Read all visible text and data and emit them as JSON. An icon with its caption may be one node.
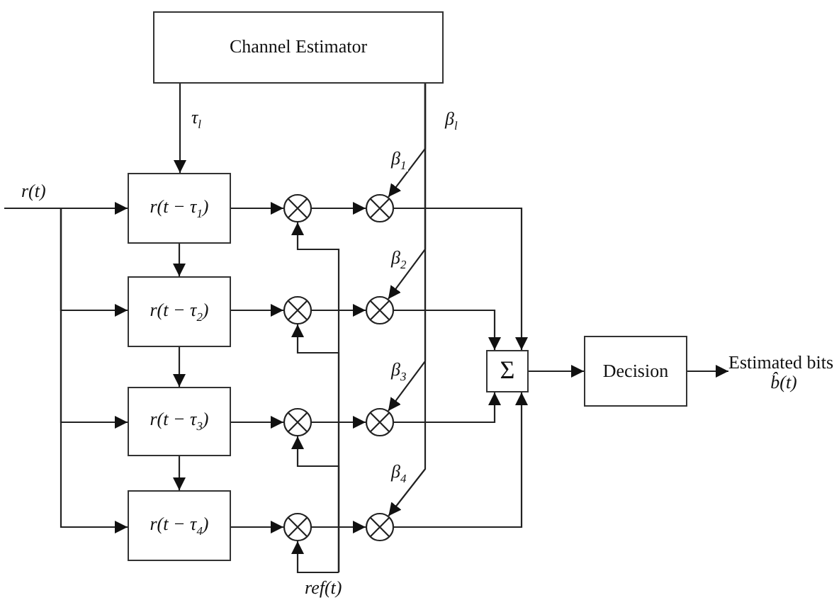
{
  "diagram": {
    "nodes": [
      {
        "text": [
          "Channel Estimator"
        ]
      },
      {
        "text": [
          "r(t − τ$_{1}$)"
        ]
      },
      {
        "text": [
          "r(t − τ$_{2}$)"
        ]
      },
      {
        "text": [
          "r(t − τ$_{3}$)"
        ]
      },
      {
        "text": [
          "r(t − τ$_{4}$)"
        ]
      },
      {
        "text": [],
        "shape": "circle"
      },
      {
        "text": [],
        "shape": "circle"
      },
      {
        "text": [],
        "shape": "circle"
      },
      {
        "text": [],
        "shape": "circle"
      },
      {
        "text": [],
        "shape": "circle"
      },
      {
        "text": [],
        "shape": "circle"
      },
      {
        "text": [],
        "shape": "circle"
      },
      {
        "text": [],
        "shape": "circle"
      },
      {
        "text": [
          "Σ"
        ]
      },
      {
        "text": [
          "Decision"
        ]
      },
      {
        "text": [
          "Estimated bits",
          "b̂(t)"
        ]
      }
    ],
    "edges": [
      {
        "from": 0,
        "to": 1,
        "arrow": "to",
        "label": "τ$_{l}$"
      },
      {
        "from": 1,
        "to": 2,
        "arrow": "to"
      },
      {
        "from": 2,
        "to": 3,
        "arrow": "to"
      },
      {
        "from": 3,
        "to": 4,
        "arrow": "to"
      },
      {
        "from": null,
        "to": 1,
        "arrow": "to",
        "label": "r(t)"
      },
      {
        "from": null,
        "to": 2,
        "arrow": "to"
      },
      {
        "from": null,
        "to": 3,
        "arrow": "to"
      },
      {
        "from": null,
        "to": 4,
        "arrow": "to"
      },
      {
        "from": 1,
        "to": 5,
        "arrow": "to"
      },
      {
        "from": 2,
        "to": 6,
        "arrow": "to"
      },
      {
        "from": 3,
        "to": 7,
        "arrow": "to"
      },
      {
        "from": 4,
        "to": 8,
        "arrow": "to"
      },
      {
        "from": null,
        "to": 5,
        "arrow": "to"
      },
      {
        "from": null,
        "to": 6,
        "arrow": "to"
      },
      {
        "from": null,
        "to": 7,
        "arrow": "to"
      },
      {
        "from": null,
        "to": 8,
        "arrow": "to",
        "label": "ref(t)"
      },
      {
        "from": 5,
        "to": 9,
        "arrow": "to"
      },
      {
        "from": 6,
        "to": 10,
        "arrow": "to"
      },
      {
        "from": 7,
        "to": 11,
        "arrow": "to"
      },
      {
        "from": 8,
        "to": 12,
        "arrow": "to"
      },
      {
        "from": 0,
        "to": 9,
        "arrow": "to",
        "label": "β$_{1}$"
      },
      {
        "from": 0,
        "to": 10,
        "arrow": "to",
        "label": "β$_{2}$"
      },
      {
        "from": 0,
        "to": 11,
        "arrow": "to",
        "label": "β$_{3}$"
      },
      {
        "from": 0,
        "to": 12,
        "arrow": "to",
        "label": "β$_{4}$"
      },
      {
        "from": 9,
        "to": 13,
        "arrow": "to"
      },
      {
        "from": 10,
        "to": 13,
        "arrow": "to"
      },
      {
        "from": 11,
        "to": 13,
        "arrow": "to"
      },
      {
        "from": 12,
        "to": 13,
        "arrow": "to"
      },
      {
        "from": 13,
        "to": 14,
        "arrow": "to"
      },
      {
        "from": 14,
        "to": 15,
        "arrow": "to"
      }
    ],
    "labels": [
      "β$_{l}$"
    ]
  }
}
